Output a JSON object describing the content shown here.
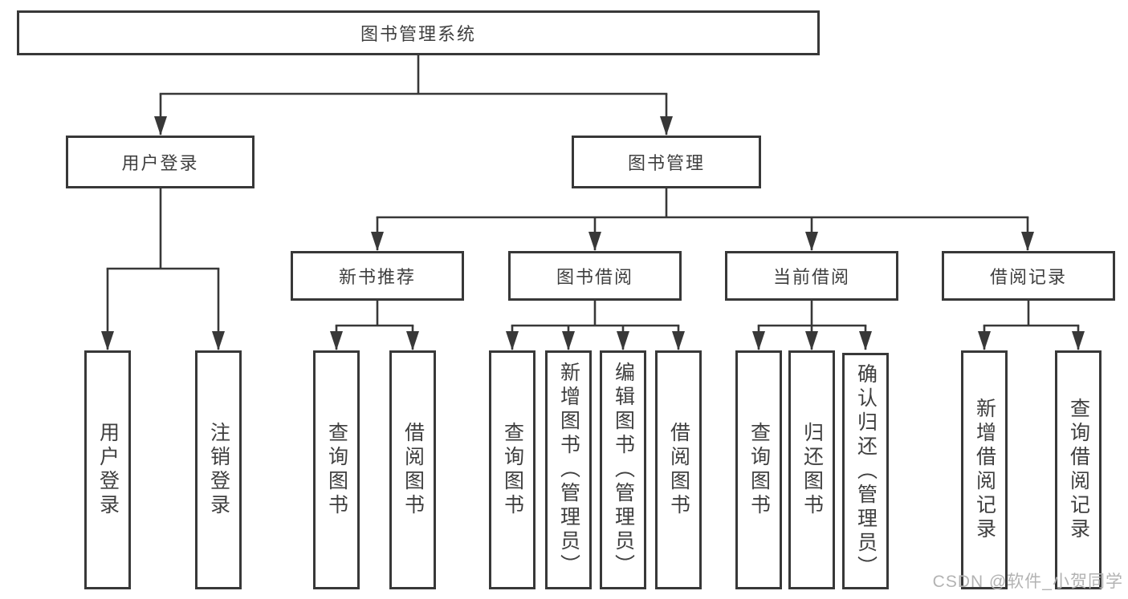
{
  "diagram": {
    "root": {
      "label": "图书管理系统"
    },
    "level2": [
      {
        "id": "user-login",
        "label": "用户登录"
      },
      {
        "id": "book-management",
        "label": "图书管理"
      }
    ],
    "level3": [
      {
        "id": "new-book-recommend",
        "label": "新书推荐"
      },
      {
        "id": "book-borrowing",
        "label": "图书借阅"
      },
      {
        "id": "current-borrowing",
        "label": "当前借阅"
      },
      {
        "id": "borrowing-records",
        "label": "借阅记录"
      }
    ],
    "leaves": [
      {
        "id": "user-login",
        "label": "用户登录"
      },
      {
        "id": "logout",
        "label": "注销登录"
      },
      {
        "id": "query-books-recommend",
        "label": "查询图书"
      },
      {
        "id": "borrow-books-recommend",
        "label": "借阅图书"
      },
      {
        "id": "query-books-borrow",
        "label": "查询图书"
      },
      {
        "id": "add-books-admin",
        "label": "新增图书（管理员）"
      },
      {
        "id": "edit-books-admin",
        "label": "编辑图书（管理员）"
      },
      {
        "id": "borrow-books",
        "label": "借阅图书"
      },
      {
        "id": "query-books-current",
        "label": "查询图书"
      },
      {
        "id": "return-books",
        "label": "归还图书"
      },
      {
        "id": "confirm-return-admin",
        "label": "确认归还（管理员）"
      },
      {
        "id": "add-borrow-record",
        "label": "新增借阅记录"
      },
      {
        "id": "query-borrow-record",
        "label": "查询借阅记录"
      }
    ]
  },
  "watermark": "CSDN @软件_小贺同学",
  "colors": {
    "line": "#383838",
    "text": "#3f3f3f",
    "box_background": "#ffffff",
    "watermark": "#b3b3b3",
    "background": "#ffffff"
  }
}
